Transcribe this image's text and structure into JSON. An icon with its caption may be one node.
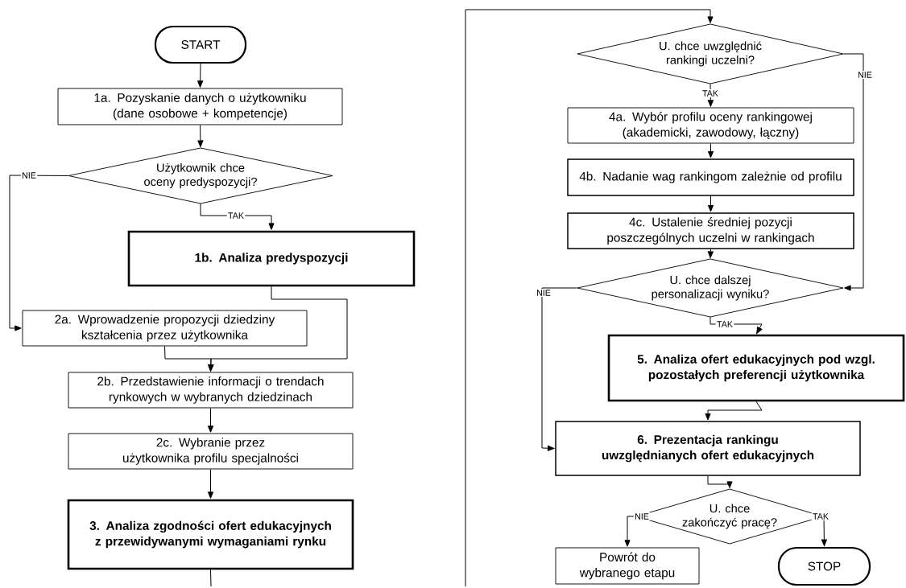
{
  "diagram": {
    "nodes": [
      {
        "text": [
          "START"
        ]
      },
      {
        "text": [
          "1a. Pozyskanie danych o użytkowniku (dane osobowe + kompetencje)"
        ]
      },
      {
        "text": [
          "Użytkownik chce oceny predyspozycji?"
        ]
      },
      {
        "text": [
          "1b. Analiza predyspozycji"
        ]
      },
      {
        "text": [
          "2a. Wprowadzenie propozycji dziedziny kształcenia przez użytkownika"
        ]
      },
      {
        "text": [
          "2b. Przedstawienie informacji o trendach rynkowych w wybranych dziedzinach"
        ]
      },
      {
        "text": [
          "2c. Wybranie przez użytkownika profilu specjalności"
        ]
      },
      {
        "text": [
          "3. Analiza zgodności ofert edukacyjnych z przewidywanymi wymaganiami rynku"
        ]
      },
      {
        "text": [
          "U. chce uwzględnić rankingi uczelni?"
        ]
      },
      {
        "text": [
          "4a. Wybór profilu oceny rankingowej (akademicki, zawodowy, łączny)"
        ]
      },
      {
        "text": [
          "4b. Nadanie wag rankingom zależnie od profilu"
        ]
      },
      {
        "text": [
          "4c. Ustalenie średniej pozycji poszczególnych uczelni w rankingach"
        ]
      },
      {
        "text": [
          "U. chce dalszej personalizacji wyniku?"
        ]
      },
      {
        "text": [
          "5. Analiza ofert edukacyjnych pod wzgl. pozostałych preferencji użytkownika"
        ]
      },
      {
        "text": [
          "6. Prezentacja rankingu uwzględnianych ofert edukacyjnych"
        ]
      },
      {
        "text": [
          "U. chce zakończyć pracę?"
        ]
      },
      {
        "text": [
          "Powrót do wybranego etapu"
        ]
      },
      {
        "text": [
          "STOP"
        ]
      }
    ],
    "edges": [
      {
        "from": 0,
        "to": 1,
        "arrow": "to"
      },
      {
        "from": 1,
        "to": 2,
        "arrow": "to"
      },
      {
        "from": 2,
        "to": 3,
        "arrow": "to",
        "label": "TAK"
      },
      {
        "from": 2,
        "to": 4,
        "arrow": "to",
        "label": "NIE"
      },
      {
        "from": 3,
        "to": 5,
        "arrow": "to"
      },
      {
        "from": 4,
        "to": 5,
        "arrow": "to"
      },
      {
        "from": 5,
        "to": 6,
        "arrow": "to"
      },
      {
        "from": 6,
        "to": 7,
        "arrow": "to"
      },
      {
        "from": 7,
        "to": null,
        "arrow": "none"
      },
      {
        "from": null,
        "to": 8,
        "arrow": "to"
      },
      {
        "from": 8,
        "to": 9,
        "arrow": "to",
        "label": "TAK"
      },
      {
        "from": 8,
        "to": 12,
        "arrow": "to",
        "label": "NIE"
      },
      {
        "from": 9,
        "to": 10,
        "arrow": "to"
      },
      {
        "from": 10,
        "to": 11,
        "arrow": "to"
      },
      {
        "from": 11,
        "to": 12,
        "arrow": "to"
      },
      {
        "from": 12,
        "to": 13,
        "arrow": "to",
        "label": "TAK"
      },
      {
        "from": 12,
        "to": 14,
        "arrow": "to",
        "label": "NIE"
      },
      {
        "from": 13,
        "to": 14,
        "arrow": "to"
      },
      {
        "from": 14,
        "to": 15,
        "arrow": "to"
      },
      {
        "from": 15,
        "to": 16,
        "arrow": "to",
        "label": "NIE"
      },
      {
        "from": 15,
        "to": 17,
        "arrow": "to",
        "label": "TAK"
      }
    ]
  }
}
